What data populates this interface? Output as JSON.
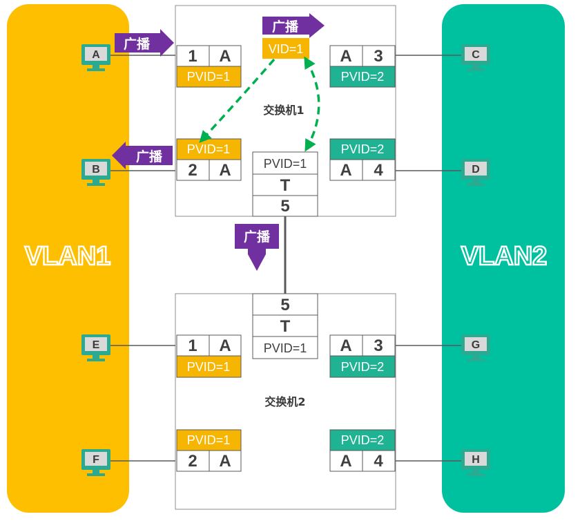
{
  "vlans": {
    "vlan1": {
      "label": "VLAN1",
      "color": "#FDBF00"
    },
    "vlan2": {
      "label": "VLAN2",
      "color": "#00C19F"
    }
  },
  "colors": {
    "yellow_cell": "#F6B500",
    "green_cell": "#1FB394",
    "purple_arrow": "#7030A0",
    "green_dash": "#00B050",
    "pc_monitor": "#2BAA91"
  },
  "hosts": {
    "a": "A",
    "b": "B",
    "c": "C",
    "d": "D",
    "e": "E",
    "f": "F",
    "g": "G",
    "h": "H"
  },
  "broadcast_label": "广播",
  "switch1": {
    "name": "交换机1",
    "vid_tag": "VID=1",
    "ports": {
      "p1": {
        "num": "1",
        "mode": "A",
        "pvid": "PVID=1"
      },
      "p2": {
        "num": "2",
        "mode": "A",
        "pvid": "PVID=1"
      },
      "p3": {
        "num": "3",
        "mode": "A",
        "pvid": "PVID=2"
      },
      "p4": {
        "num": "4",
        "mode": "A",
        "pvid": "PVID=2"
      },
      "p5": {
        "num": "5",
        "mode": "T",
        "pvid": "PVID=1"
      }
    }
  },
  "switch2": {
    "name": "交换机2",
    "ports": {
      "p1": {
        "num": "1",
        "mode": "A",
        "pvid": "PVID=1"
      },
      "p2": {
        "num": "2",
        "mode": "A",
        "pvid": "PVID=1"
      },
      "p3": {
        "num": "3",
        "mode": "A",
        "pvid": "PVID=2"
      },
      "p4": {
        "num": "4",
        "mode": "A",
        "pvid": "PVID=2"
      },
      "p5": {
        "num": "5",
        "mode": "T",
        "pvid": "PVID=1"
      }
    }
  }
}
